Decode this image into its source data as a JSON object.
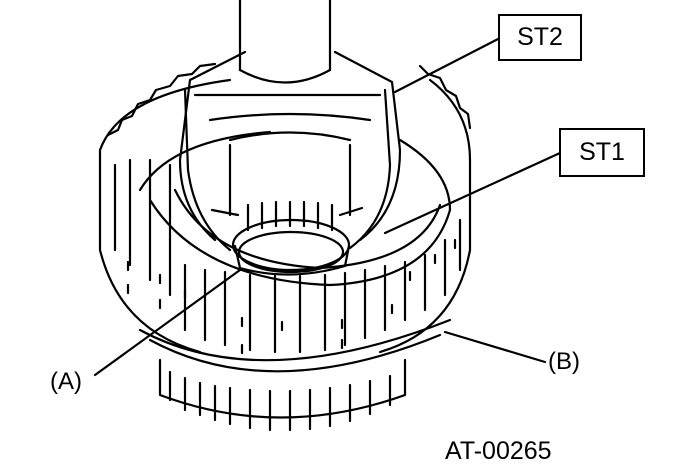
{
  "labels": {
    "st2": "ST2",
    "st1": "ST1",
    "part_a": "(A)",
    "part_b": "(B)",
    "figure_code": "AT-00265"
  },
  "colors": {
    "ink": "#000000",
    "paper": "#ffffff"
  }
}
